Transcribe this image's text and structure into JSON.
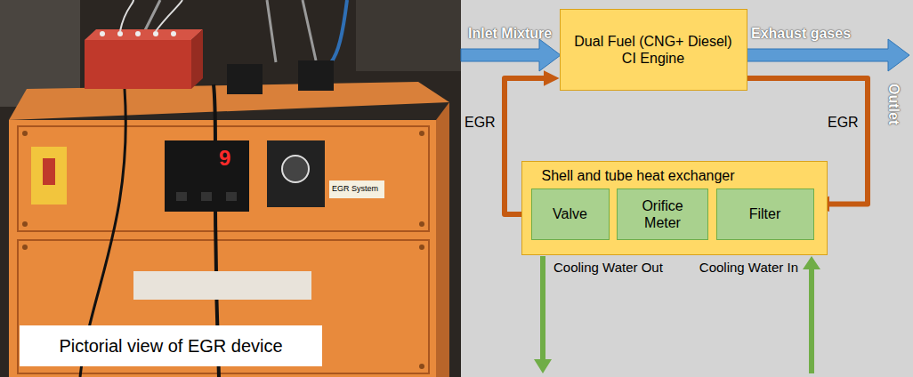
{
  "diagram": {
    "nodes": [
      {
        "text": [
          "Pictorial view of EGR device"
        ]
      },
      {
        "text": [
          "Dual Fuel (CNG+ Diesel) CI Engine"
        ]
      },
      {
        "text": [
          "Shell and tube heat exchanger"
        ]
      },
      {
        "text": [
          "Valve"
        ],
        "in": 2
      },
      {
        "text": [
          "Orifice Meter"
        ],
        "in": 2
      },
      {
        "text": [
          "Filter"
        ],
        "in": 2
      }
    ],
    "edges": [
      {
        "from": 1,
        "to": 5,
        "arrow": "to",
        "label": "EGR"
      },
      {
        "from": 3,
        "to": 1,
        "arrow": "to",
        "label": "EGR"
      }
    ],
    "labels": [
      "9",
      "EGR System",
      "Inlet Mixture",
      "Exhaust gases",
      "Outlet",
      "Cooling Water In",
      "Cooling Water Out"
    ]
  }
}
